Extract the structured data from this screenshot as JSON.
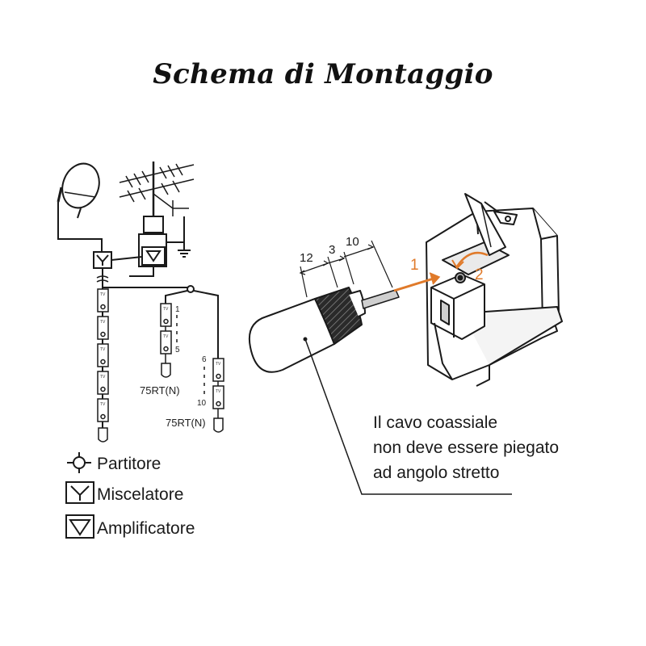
{
  "title": "Schema di Montaggio",
  "terminations": {
    "first": "75RT(N)",
    "second": "75RT(N)"
  },
  "branch_numbers": {
    "b1_top": "1",
    "b1_bottom": "5",
    "b2_top": "6",
    "b2_bottom": "10"
  },
  "outlet_label": "TV",
  "legend": [
    {
      "symbol": "splitter-icon",
      "label": "Partitore"
    },
    {
      "symbol": "mixer-icon",
      "label": "Miscelatore"
    },
    {
      "symbol": "amplifier-icon",
      "label": "Amplificatore"
    }
  ],
  "dimensions": [
    "12",
    "3",
    "10"
  ],
  "steps": [
    "1",
    "2"
  ],
  "note": {
    "line1": "Il cavo coassiale",
    "line2": "non deve essere piegato",
    "line3": "ad angolo stretto"
  },
  "colors": {
    "accent": "#e07a2a",
    "line": "#1a1a1a"
  }
}
